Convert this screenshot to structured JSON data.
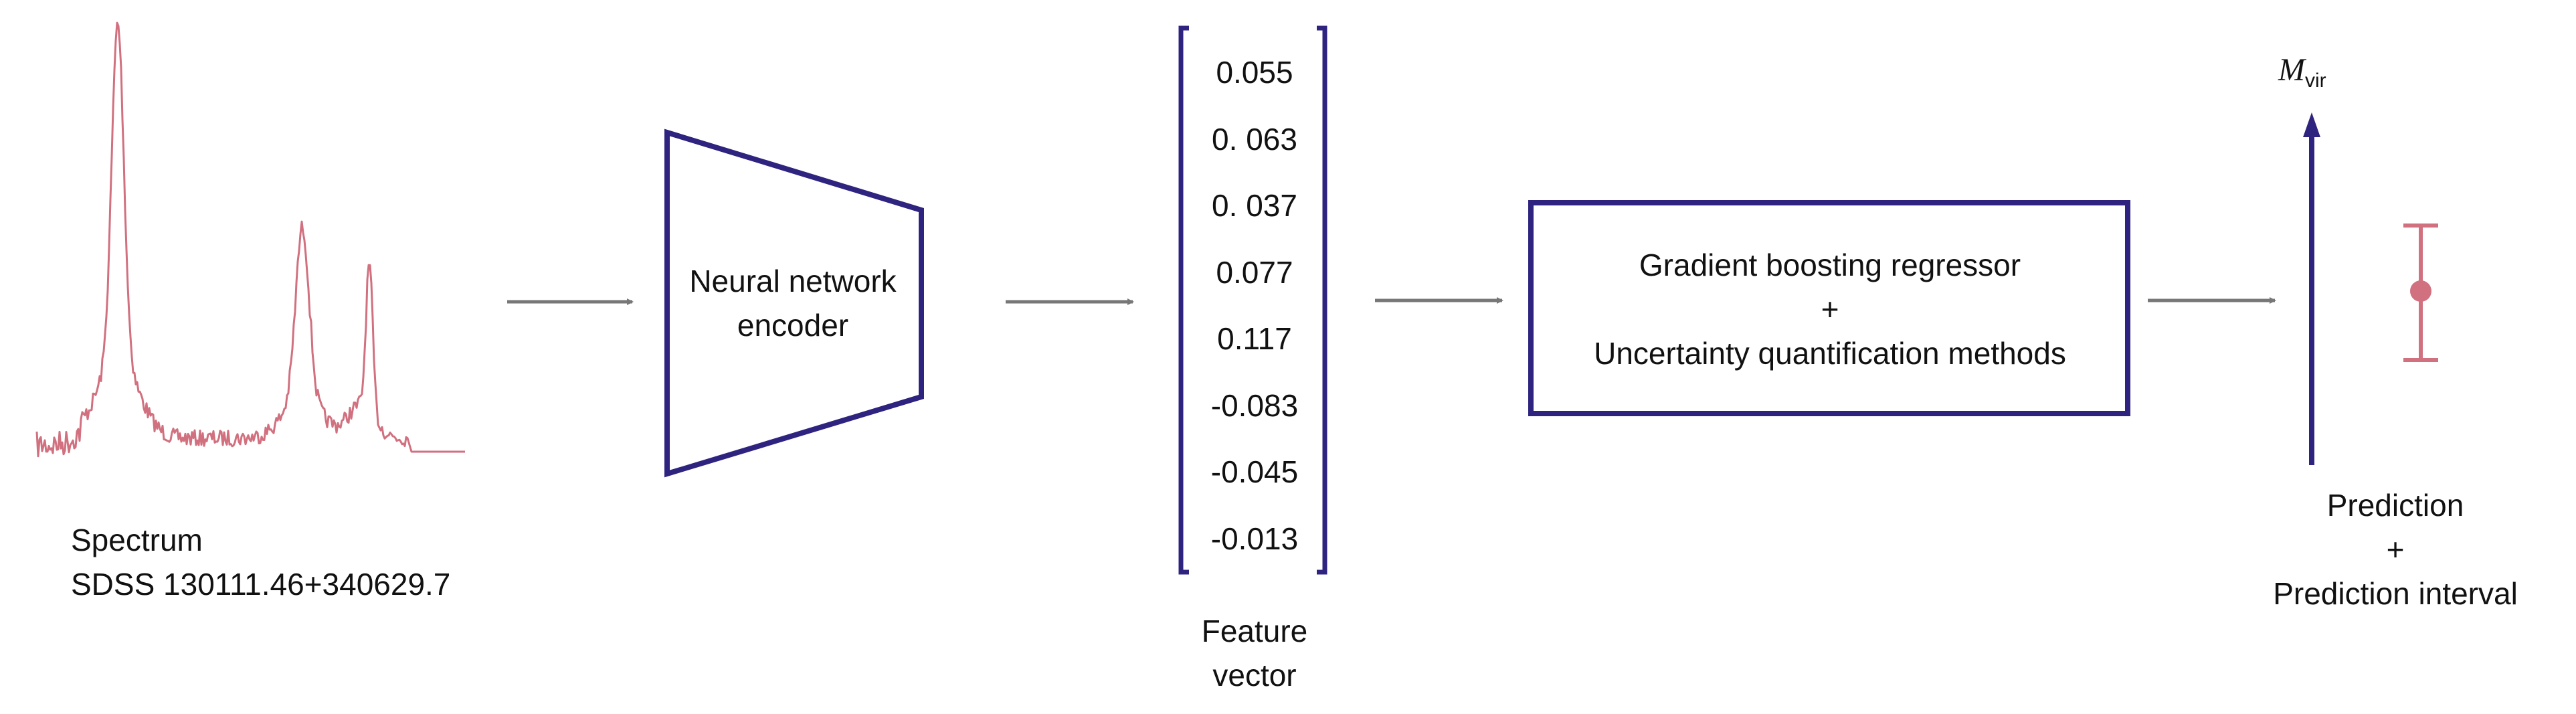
{
  "colors": {
    "accent": "#2E237F",
    "spectrum": "#D1707F",
    "arrow": "#777777"
  },
  "spectrum": {
    "caption_line1": "Spectrum",
    "caption_line2": "SDSS 130111.46+340629.7"
  },
  "encoder": {
    "line1": "Neural network",
    "line2": "encoder"
  },
  "feature_vector": {
    "values": [
      "0.055",
      "0. 063",
      "0. 037",
      "0.077",
      "0.117",
      "-0.083",
      "-0.045",
      "-0.013"
    ],
    "caption_line1": "Feature",
    "caption_line2": "vector"
  },
  "regressor": {
    "line1": "Gradient boosting regressor",
    "line2": "+",
    "line3": "Uncertainty quantification methods"
  },
  "output": {
    "axis_label_main": "M",
    "axis_label_sub": "vir",
    "caption_line1": "Prediction",
    "caption_line2": "+",
    "caption_line3": "Prediction interval"
  }
}
